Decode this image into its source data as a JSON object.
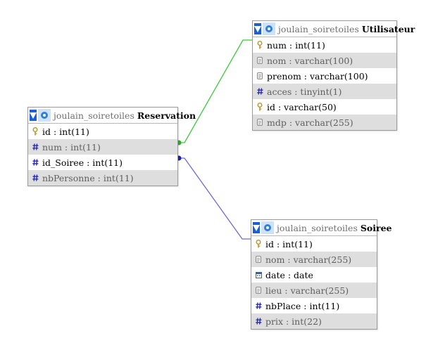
{
  "relations": [
    {
      "from": "Reservation.num",
      "to": "Utilisateur.num",
      "color": "#3fc83f"
    },
    {
      "from": "Reservation.id_Soiree",
      "to": "Soiree.id",
      "color": "#6a6ad8"
    }
  ],
  "tables": {
    "reservation": {
      "database": "joulain_soiretoiles",
      "name": "Reservation",
      "columns": [
        {
          "label": "id : int(11)",
          "icon": "key-icon",
          "nullable": false
        },
        {
          "label": "num : int(11)",
          "icon": "number-icon",
          "nullable": true
        },
        {
          "label": "id_Soiree : int(11)",
          "icon": "number-icon",
          "nullable": false
        },
        {
          "label": "nbPersonne : int(11)",
          "icon": "number-icon",
          "nullable": true
        }
      ]
    },
    "utilisateur": {
      "database": "joulain_soiretoiles",
      "name": "Utilisateur",
      "columns": [
        {
          "label": "num : int(11)",
          "icon": "key-icon",
          "nullable": false
        },
        {
          "label": "nom : varchar(100)",
          "icon": "text-icon",
          "nullable": true
        },
        {
          "label": "prenom : varchar(100)",
          "icon": "text-icon",
          "nullable": false
        },
        {
          "label": "acces : tinyint(1)",
          "icon": "number-icon",
          "nullable": true
        },
        {
          "label": "id : varchar(50)",
          "icon": "key-icon",
          "nullable": false
        },
        {
          "label": "mdp : varchar(255)",
          "icon": "text-icon",
          "nullable": true
        }
      ]
    },
    "soiree": {
      "database": "joulain_soiretoiles",
      "name": "Soiree",
      "columns": [
        {
          "label": "id : int(11)",
          "icon": "key-icon",
          "nullable": false
        },
        {
          "label": "nom : varchar(255)",
          "icon": "text-icon",
          "nullable": true
        },
        {
          "label": "date : date",
          "icon": "date-icon",
          "nullable": false
        },
        {
          "label": "lieu : varchar(255)",
          "icon": "text-icon",
          "nullable": true
        },
        {
          "label": "nbPlace : int(11)",
          "icon": "number-icon",
          "nullable": false
        },
        {
          "label": "prix : int(22)",
          "icon": "number-icon",
          "nullable": true
        }
      ]
    }
  }
}
